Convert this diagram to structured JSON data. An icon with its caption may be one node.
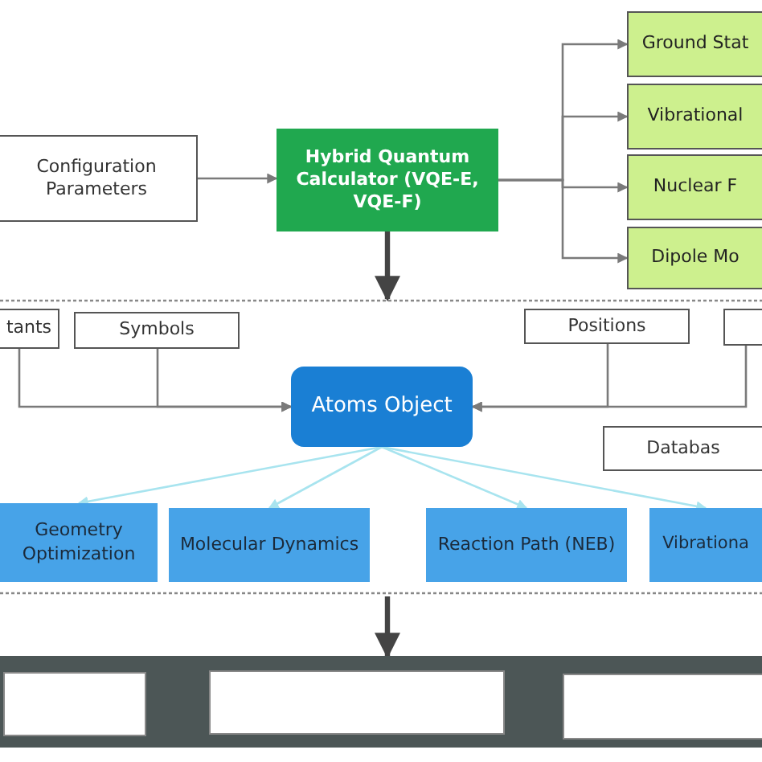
{
  "diagram": {
    "nodes": [
      {
        "text": [
          "Configuration Parameters"
        ]
      },
      {
        "text": [
          "Hybrid Quantum Calculator (VQE-E, VQE-F)"
        ]
      },
      {
        "text": [
          "Ground Stat"
        ]
      },
      {
        "text": [
          "Vibrational"
        ]
      },
      {
        "text": [
          "Nuclear F"
        ]
      },
      {
        "text": [
          "Dipole Mo"
        ]
      },
      {
        "text": [
          "tants"
        ]
      },
      {
        "text": [
          "Symbols"
        ]
      },
      {
        "text": [
          "Positions"
        ]
      },
      {
        "text": [],
        "shape": "box"
      },
      {
        "text": [
          "Atoms Object"
        ]
      },
      {
        "text": [
          "Databas"
        ]
      },
      {
        "text": [
          "Geometry Optimization"
        ]
      },
      {
        "text": [
          "Molecular Dynamics"
        ]
      },
      {
        "text": [
          "Reaction Path (NEB)"
        ]
      },
      {
        "text": [
          "Vibrationa"
        ]
      },
      {
        "text": [],
        "shape": "box"
      },
      {
        "text": [],
        "shape": "box",
        "in": 16
      },
      {
        "text": [],
        "shape": "box",
        "in": 16
      },
      {
        "text": [],
        "shape": "box",
        "in": 16
      }
    ],
    "edges": [
      {
        "from": 0,
        "to": 1,
        "arrow": "to"
      },
      {
        "from": 1,
        "to": 2,
        "arrow": "to"
      },
      {
        "from": 1,
        "to": 3,
        "arrow": "to"
      },
      {
        "from": 1,
        "to": 4,
        "arrow": "to"
      },
      {
        "from": 1,
        "to": 5,
        "arrow": "to"
      },
      {
        "from": 1,
        "to": null,
        "arrow": "to",
        "style": "thick"
      },
      {
        "from": 6,
        "to": 10,
        "arrow": "to"
      },
      {
        "from": 7,
        "to": 10,
        "arrow": "to"
      },
      {
        "from": 8,
        "to": 10,
        "arrow": "to"
      },
      {
        "from": 9,
        "to": 10,
        "arrow": "to"
      },
      {
        "from": 10,
        "to": 12,
        "arrow": "to",
        "color": "#a8e4ef"
      },
      {
        "from": 10,
        "to": 13,
        "arrow": "to",
        "color": "#a8e4ef"
      },
      {
        "from": 10,
        "to": 14,
        "arrow": "to",
        "color": "#a8e4ef"
      },
      {
        "from": 10,
        "to": 15,
        "arrow": "to",
        "color": "#a8e4ef"
      },
      {
        "from": null,
        "to": 16,
        "arrow": "to",
        "style": "thick"
      }
    ]
  }
}
